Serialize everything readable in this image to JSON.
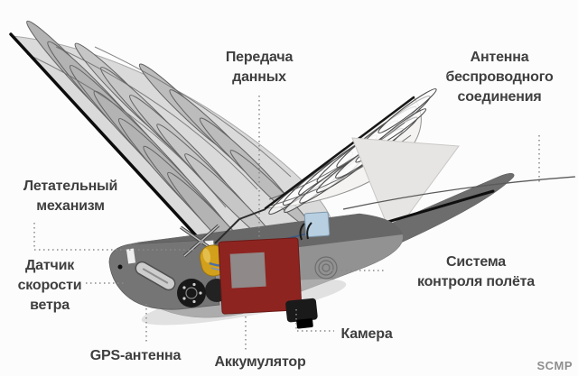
{
  "diagram_subject": "bird-shaped surveillance drone schematic",
  "labels": {
    "data_transmission": [
      "Передача",
      "данных"
    ],
    "wireless_antenna": [
      "Антенна",
      "беспроводного",
      "соединения"
    ],
    "flight_mechanism": [
      "Летательный",
      "механизм"
    ],
    "wind_speed_sensor": [
      "Датчик",
      "скорости",
      "ветра"
    ],
    "gps_antenna": [
      "GPS-антенна"
    ],
    "battery": [
      "Аккумулятор"
    ],
    "camera": [
      "Камера"
    ],
    "flight_control_system": [
      "Система",
      "контроля полёта"
    ]
  },
  "watermark": "SCMP",
  "colors": {
    "battery_red": "#8e2420",
    "motor_yellow": "#d2a01b",
    "transmitter_blue": "#b8cfe2",
    "body_gray": "#929292",
    "label_text": "#3f3f3f",
    "leader_dots": "#8a8a8a"
  }
}
